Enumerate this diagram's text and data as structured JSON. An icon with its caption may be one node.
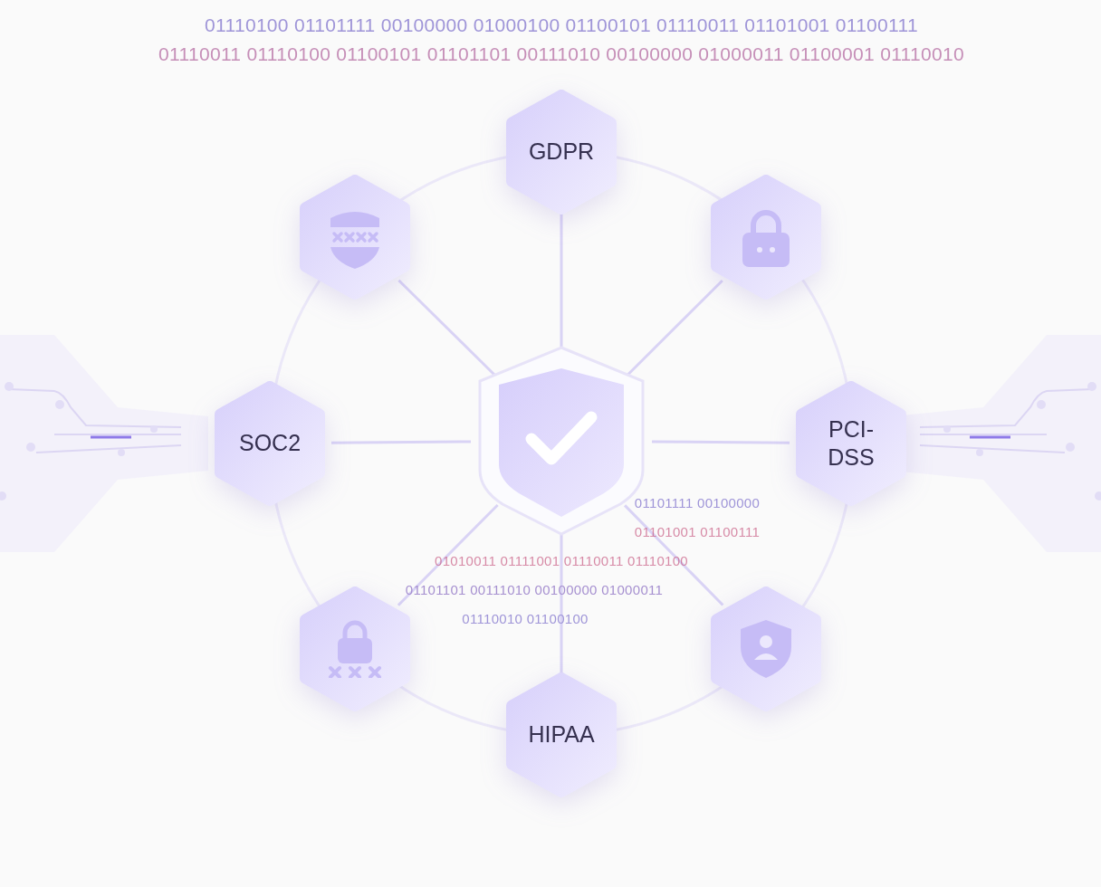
{
  "diagram": {
    "nodes": [
      {
        "text": [
          "GDPR"
        ]
      },
      {
        "text": [],
        "shape": "hexagon"
      },
      {
        "text": [],
        "shape": "hexagon"
      },
      {
        "text": [
          "SOC2"
        ]
      },
      {
        "text": [],
        "shape": "picture"
      },
      {
        "text": [
          "PCI-DSS"
        ]
      },
      {
        "text": [],
        "shape": "hexagon"
      },
      {
        "text": [],
        "shape": "hexagon"
      },
      {
        "text": [
          "HIPAA"
        ]
      }
    ],
    "edges": [
      {
        "from": 4,
        "to": 0,
        "arrow": "none"
      },
      {
        "from": 4,
        "to": 1,
        "arrow": "none"
      },
      {
        "from": 4,
        "to": 2,
        "arrow": "none"
      },
      {
        "from": 4,
        "to": 3,
        "arrow": "none"
      },
      {
        "from": 4,
        "to": 5,
        "arrow": "none"
      },
      {
        "from": 4,
        "to": 6,
        "arrow": "none"
      },
      {
        "from": 4,
        "to": 7,
        "arrow": "none"
      },
      {
        "from": 4,
        "to": 8,
        "arrow": "none"
      }
    ],
    "labels": [
      "01110100 01101111 00100000 01000100 01100101 01110011 01101001 01100111",
      "01110011 01110100 01100101 01101101 00111010 00100000 01000011 01100001 01110010",
      "01101111 00100000",
      "01101001 01100111",
      "01010011 01111001 01110011 01110100",
      "01101101 00111010 00100000 01000011",
      "01110010 01100100"
    ]
  }
}
